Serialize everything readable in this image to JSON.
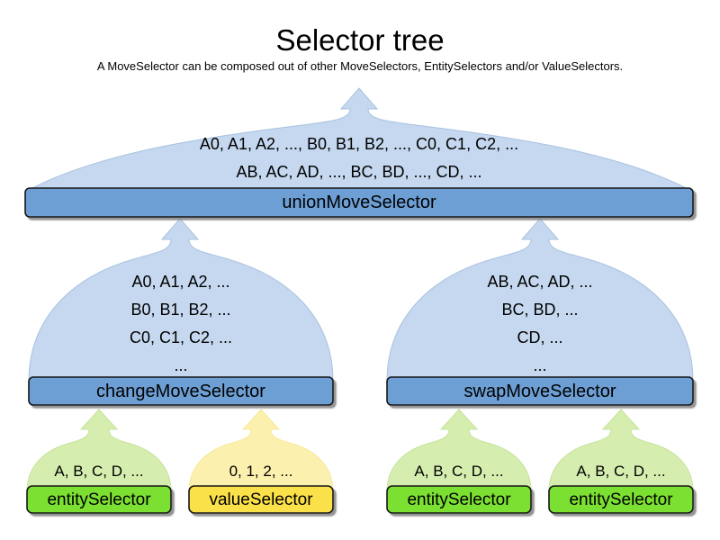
{
  "header": {
    "title": "Selector tree",
    "subtitle": "A MoveSelector can be composed out of other MoveSelectors, EntitySelectors and/or ValueSelectors."
  },
  "colors": {
    "move_body_fill": "#C5D8EF",
    "move_body_stroke": "#A8C2E0",
    "move_bar_fill": "#6D9FD4",
    "move_bar_stroke": "#1A1A1A",
    "entity_body_fill": "#D5EDAE",
    "entity_body_stroke": "#C6E39C",
    "entity_bar_fill": "#7BE033",
    "entity_bar_stroke": "#1A1A1A",
    "value_body_fill": "#FCF0AE",
    "value_body_stroke": "#F7E89C",
    "value_bar_fill": "#FBE14A",
    "value_bar_stroke": "#1A1A1A",
    "text": "#000000",
    "background": "#FFFFFF",
    "shadow": "#9A9A9A"
  },
  "nodes": [
    {
      "id": "union-move-selector",
      "kind": "move",
      "label": "unionMoveSelector",
      "lines": [
        "A0, A1, A2, ..., B0, B1, B2, ..., C0, C1, C2, ...",
        "AB, AC, AD, ..., BC, BD, ..., CD, ..."
      ]
    },
    {
      "id": "change-move-selector",
      "kind": "move",
      "label": "changeMoveSelector",
      "lines": [
        "A0, A1, A2, ...",
        "B0, B1, B2, ...",
        "C0, C1, C2, ...",
        "..."
      ]
    },
    {
      "id": "swap-move-selector",
      "kind": "move",
      "label": "swapMoveSelector",
      "lines": [
        "AB, AC, AD, ...",
        "BC, BD, ...",
        "CD, ...",
        "..."
      ]
    },
    {
      "id": "entity-selector-1",
      "kind": "entity",
      "label": "entitySelector",
      "lines": [
        "A, B, C, D, ..."
      ]
    },
    {
      "id": "value-selector-1",
      "kind": "value",
      "label": "valueSelector",
      "lines": [
        "0, 1, 2, ..."
      ]
    },
    {
      "id": "entity-selector-2",
      "kind": "entity",
      "label": "entitySelector",
      "lines": [
        "A, B, C, D, ..."
      ]
    },
    {
      "id": "entity-selector-3",
      "kind": "entity",
      "label": "entitySelector",
      "lines": [
        "A, B, C, D, ..."
      ]
    }
  ]
}
